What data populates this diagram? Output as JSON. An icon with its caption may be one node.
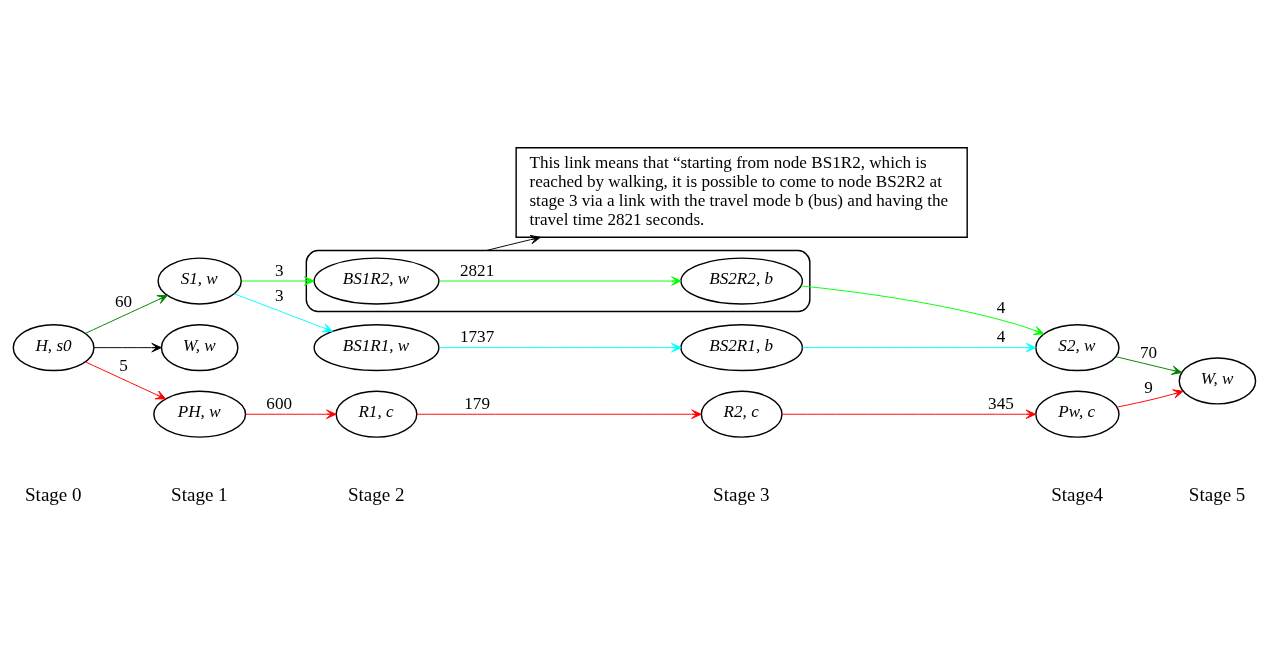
{
  "diagram": {
    "nodes": [
      {
        "text": [
          "H, s0"
        ]
      },
      {
        "text": [
          "W, w"
        ]
      },
      {
        "text": [
          "PH, w"
        ]
      },
      {
        "text": [
          "S1, w"
        ]
      },
      {
        "text": [
          "R1, c"
        ]
      },
      {
        "text": [
          "BS1R1, w"
        ]
      },
      {
        "text": [
          "R2, c"
        ]
      },
      {
        "text": [
          "BS2R1, b"
        ]
      },
      {
        "text": [],
        "shape": "loop"
      },
      {
        "text": [
          "BS1R2, w"
        ],
        "in": 8
      },
      {
        "text": [
          "BS2R2, b"
        ],
        "in": 8
      },
      {
        "text": [
          "Pw, c"
        ]
      },
      {
        "text": [
          "S2, w"
        ]
      },
      {
        "text": [
          "W, w"
        ]
      },
      {
        "text": [
          "This link means that “starting from node BS1R2, which is reached by walking, it is possible to come to node BS2R2 at stage 3 via a link with the travel mode b (bus) and having the travel time 2821 seconds."
        ]
      }
    ],
    "edges": [
      {
        "from": 0,
        "to": 1,
        "arrow": "to",
        "color": "#000000"
      },
      {
        "from": 0,
        "to": 2,
        "arrow": "to",
        "label": "5"
      },
      {
        "from": 0,
        "to": 3,
        "arrow": "to",
        "label": "60",
        "color": "#008000"
      },
      {
        "from": 2,
        "to": 4,
        "arrow": "to",
        "label": "600"
      },
      {
        "from": 4,
        "to": 6,
        "arrow": "to",
        "label": "179"
      },
      {
        "from": 6,
        "to": 11,
        "arrow": "to",
        "label": "345"
      },
      {
        "from": 11,
        "to": 13,
        "arrow": "to",
        "label": "9"
      },
      {
        "from": 3,
        "to": 5,
        "arrow": "to",
        "label": "3",
        "color": "#00ffff"
      },
      {
        "from": 3,
        "to": 9,
        "arrow": "to",
        "label": "3",
        "color": "#00ff00"
      },
      {
        "from": 5,
        "to": 7,
        "arrow": "to",
        "label": "1737",
        "color": "#00ffff"
      },
      {
        "from": 9,
        "to": 10,
        "arrow": "to",
        "label": "2821",
        "color": "#00ff00"
      },
      {
        "from": 7,
        "to": 12,
        "arrow": "to",
        "label": "4",
        "color": "#00ffff"
      },
      {
        "from": 10,
        "to": 12,
        "arrow": "to",
        "label": "4",
        "color": "#00ff00"
      },
      {
        "from": 12,
        "to": 13,
        "arrow": "to",
        "label": "70",
        "color": "#008000"
      },
      {
        "from": 8,
        "to": 14,
        "arrow": "to",
        "color": "#000000"
      }
    ],
    "labels": [
      "Stage 0",
      "Stage 1",
      "Stage 2",
      "Stage 3",
      "Stage4",
      "Stage 5"
    ]
  }
}
